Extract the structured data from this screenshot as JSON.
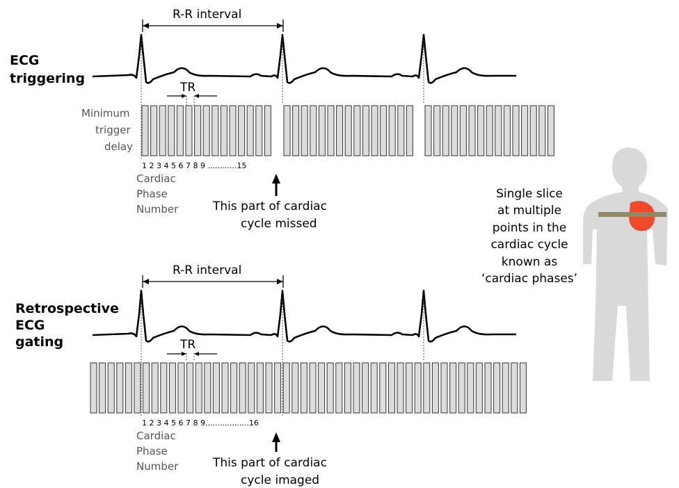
{
  "colors": {
    "bar_fill": "#dcdcdc",
    "body_silhouette": "#d9d9d9",
    "heart": "#f04a2a",
    "slice_band": "#8f8a66"
  },
  "top": {
    "title_line1": "ECG",
    "title_line2": "triggering",
    "rr_label": "R-R interval",
    "tr_label": "TR",
    "delay_label": [
      "Minimum",
      "trigger",
      "delay"
    ],
    "phase_numbers": "1 2  3 4 5 6 7 8  9  ............15",
    "phase_label": [
      "Cardiac",
      "Phase",
      "Number"
    ],
    "annotation": [
      "This part of cardiac",
      "cycle missed"
    ]
  },
  "bottom": {
    "title_line1": "Retrospective",
    "title_line2": "ECG",
    "title_line3": "gating",
    "rr_label": "R-R interval",
    "tr_label": "TR",
    "phase_numbers": "1 2 3 4 5 6 7 8 9..................16",
    "phase_label": [
      "Cardiac",
      "Phase",
      "Number"
    ],
    "annotation": [
      "This part of cardiac",
      "cycle imaged"
    ]
  },
  "side_note": [
    "Single slice",
    "at multiple",
    "points in the",
    "cardiac cycle",
    "known as",
    "‘cardiac phases’"
  ]
}
